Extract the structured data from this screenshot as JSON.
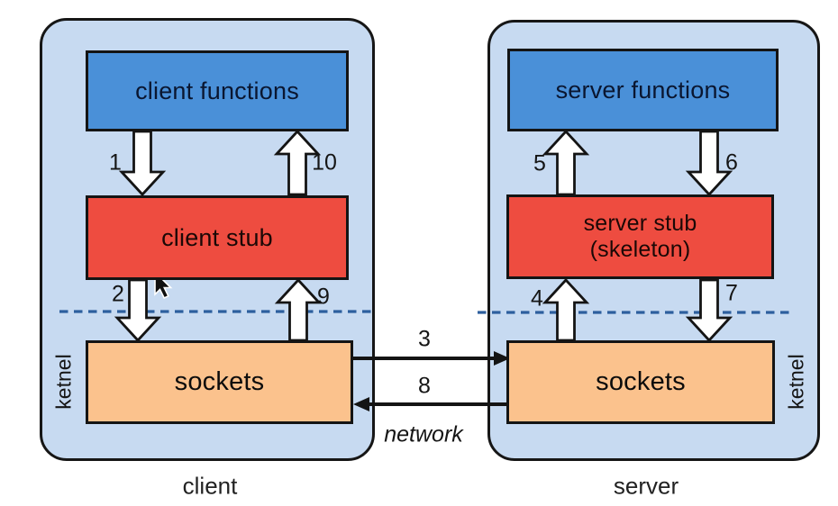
{
  "diagram": {
    "title_hint": "RPC client-server call flow diagram",
    "colors": {
      "host_fill": "#c7daf1",
      "functions_box": "#4a90d8",
      "stub_box": "#ee4c40",
      "sockets_box": "#fbc28d",
      "outline": "#141414",
      "kernel_boundary_dash": "#2d5f9e",
      "background": "#ffffff"
    },
    "client": {
      "caption": "client",
      "kernel_label": "ketnel",
      "functions_box_label": "client functions",
      "stub_box_label": "client stub",
      "sockets_box_label": "sockets",
      "steps": {
        "s1": "1",
        "s2": "2",
        "s9": "9",
        "s10": "10"
      }
    },
    "server": {
      "caption": "server",
      "kernel_label": "ketnel",
      "functions_box_label": "server functions",
      "stub_box_label_line1": "server stub",
      "stub_box_label_line2": "(skeleton)",
      "sockets_box_label": "sockets",
      "steps": {
        "s4": "4",
        "s5": "5",
        "s6": "6",
        "s7": "7"
      }
    },
    "network": {
      "label": "network",
      "steps": {
        "s3": "3",
        "s8": "8"
      }
    },
    "cursor": "arrow-pointer"
  }
}
